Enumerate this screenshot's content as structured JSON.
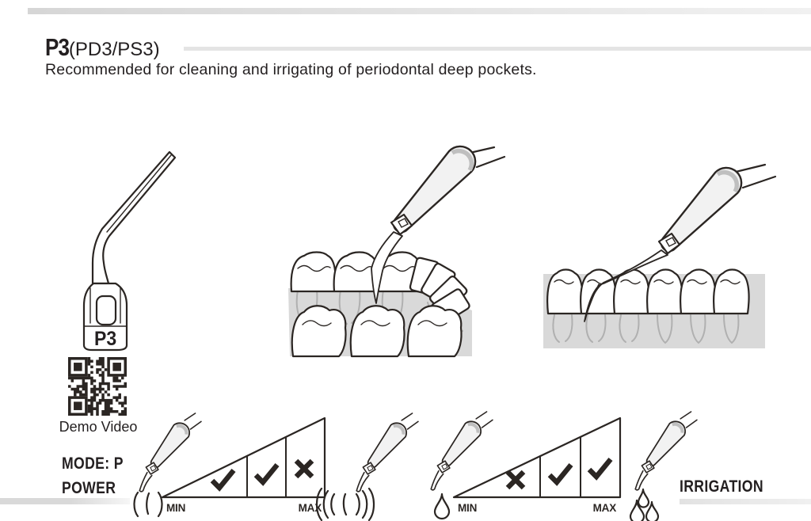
{
  "page": {
    "title": "P3",
    "title_suffix": "(PD3/PS3)",
    "description": "Recommended for cleaning and irrigating of periodontal deep pockets.",
    "tip_label": "P3",
    "qr_caption": "Demo Video"
  },
  "settings": {
    "mode": "MODE: P",
    "power": {
      "label": "POWER",
      "min": "MIN",
      "max": "MAX",
      "levels": [
        "check",
        "check",
        "cross"
      ]
    },
    "irrigation": {
      "label": "IRRIGATION",
      "min": "MIN",
      "max": "MAX",
      "levels": [
        "cross",
        "check",
        "check"
      ]
    }
  },
  "colors": {
    "ink": "#2b2623",
    "text": "#231f20",
    "gum": "#d9d9d9",
    "root": "#b0b0b0",
    "handpiece_fill": "#f2f2f2",
    "handpiece_band": "#bfbfbf",
    "accent_bar": "#e4e4e4"
  }
}
